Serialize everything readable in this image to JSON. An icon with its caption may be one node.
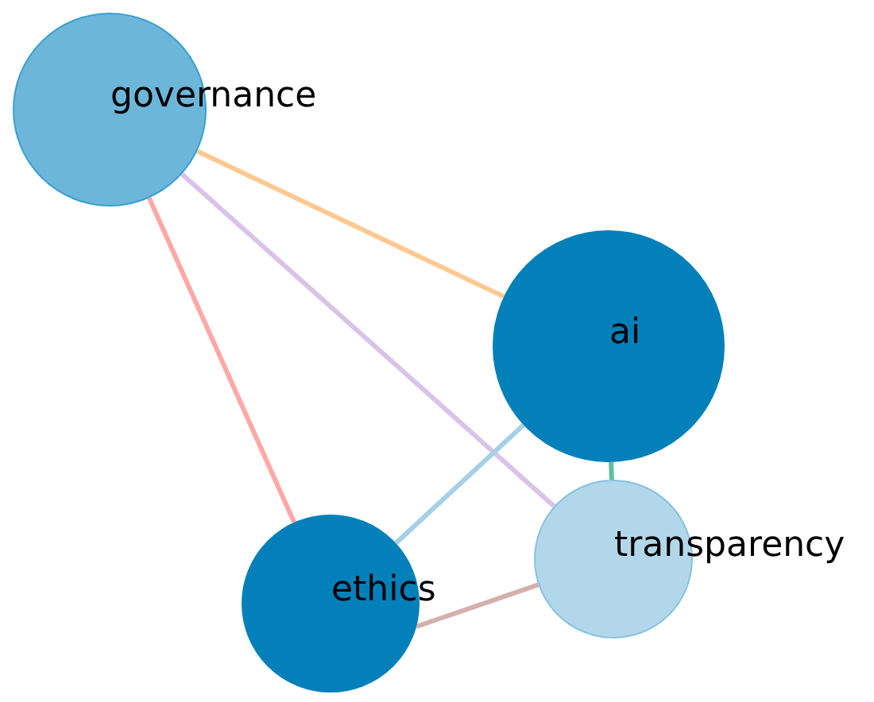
{
  "diagram": {
    "nodes": [
      {
        "text": [
          "governance"
        ]
      },
      {
        "text": [
          "ai"
        ]
      },
      {
        "text": [
          "transparency"
        ]
      },
      {
        "text": [
          "ethics"
        ]
      }
    ],
    "edges": [
      {
        "from": 0,
        "to": 1,
        "arrow": "none",
        "color": "#fec891"
      },
      {
        "from": 0,
        "to": 2,
        "arrow": "none",
        "color": "#d9c3e8"
      },
      {
        "from": 0,
        "to": 3,
        "arrow": "none",
        "color": "#ffa8a8"
      },
      {
        "from": 1,
        "to": 2,
        "arrow": "none",
        "color": "#62bf9c"
      },
      {
        "from": 1,
        "to": 3,
        "arrow": "none",
        "color": "#a6cfe8"
      },
      {
        "from": 3,
        "to": 2,
        "arrow": "none",
        "color": "#d4b0ac"
      }
    ]
  }
}
